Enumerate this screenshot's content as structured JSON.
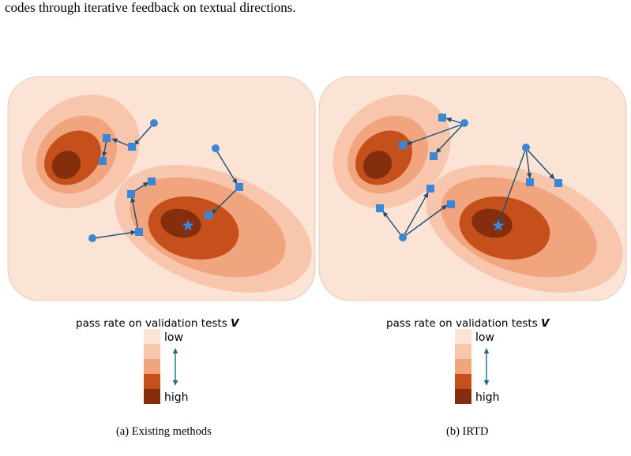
{
  "text": {
    "top_line": "codes through iterative feedback on textual directions.",
    "bottom_line_partial": "",
    "legend_title_prefix": "pass rate on validation tests ",
    "legend_title_var": "V",
    "legend_low": "low",
    "legend_high": "high",
    "caption_a": "(a) Existing methods",
    "caption_b": "(b) IRTD"
  },
  "colors": {
    "level_1": "#fbe3d6",
    "level_2": "#f8c5ad",
    "level_3": "#f1a57f",
    "level_4": "#c5501b",
    "level_5": "#842e0d",
    "marker": "#3b86d6",
    "arrow": "#1d4e72",
    "legend_arrow": "#1d6a8a"
  },
  "icons": {
    "start_point": "circle-marker",
    "candidate": "square-marker",
    "optimum": "star-marker"
  }
}
